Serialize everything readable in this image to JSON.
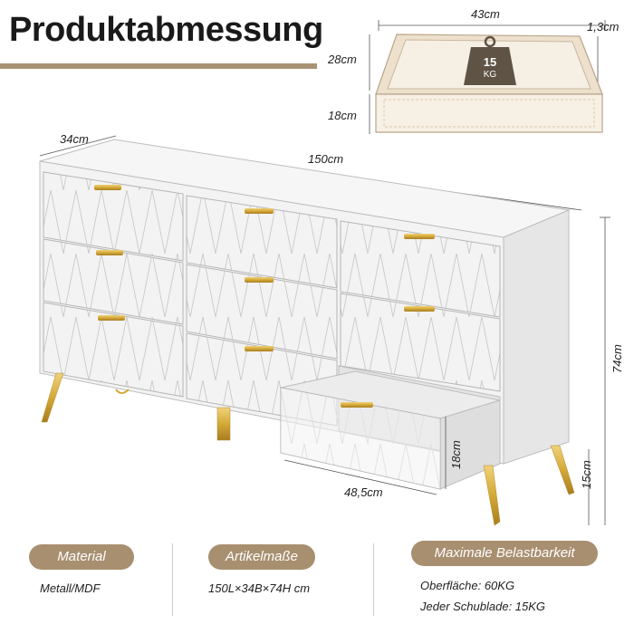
{
  "header": {
    "title": "Produktabmessung"
  },
  "drawer_detail": {
    "width": "43cm",
    "thickness": "1,3cm",
    "depth": "28cm",
    "height": "18cm",
    "weight_value": "15",
    "weight_unit": "KG"
  },
  "dresser": {
    "depth": "34cm",
    "width": "150cm",
    "height": "74cm",
    "leg_height": "15cm",
    "drawer_height": "18cm",
    "drawer_width": "48,5cm"
  },
  "specs": {
    "material": {
      "label": "Material",
      "value": "Metall/MDF"
    },
    "dimensions": {
      "label": "Artikelmaße",
      "value": "150L×34B×74H cm"
    },
    "capacity": {
      "label": "Maximale Belastbarkeit",
      "surface": "Oberfläche: 60KG",
      "drawer": "Jeder Schublade: 15KG"
    }
  },
  "colors": {
    "accent": "#a88f70",
    "gold": "#d4a937",
    "body": "#f1f1f1"
  }
}
